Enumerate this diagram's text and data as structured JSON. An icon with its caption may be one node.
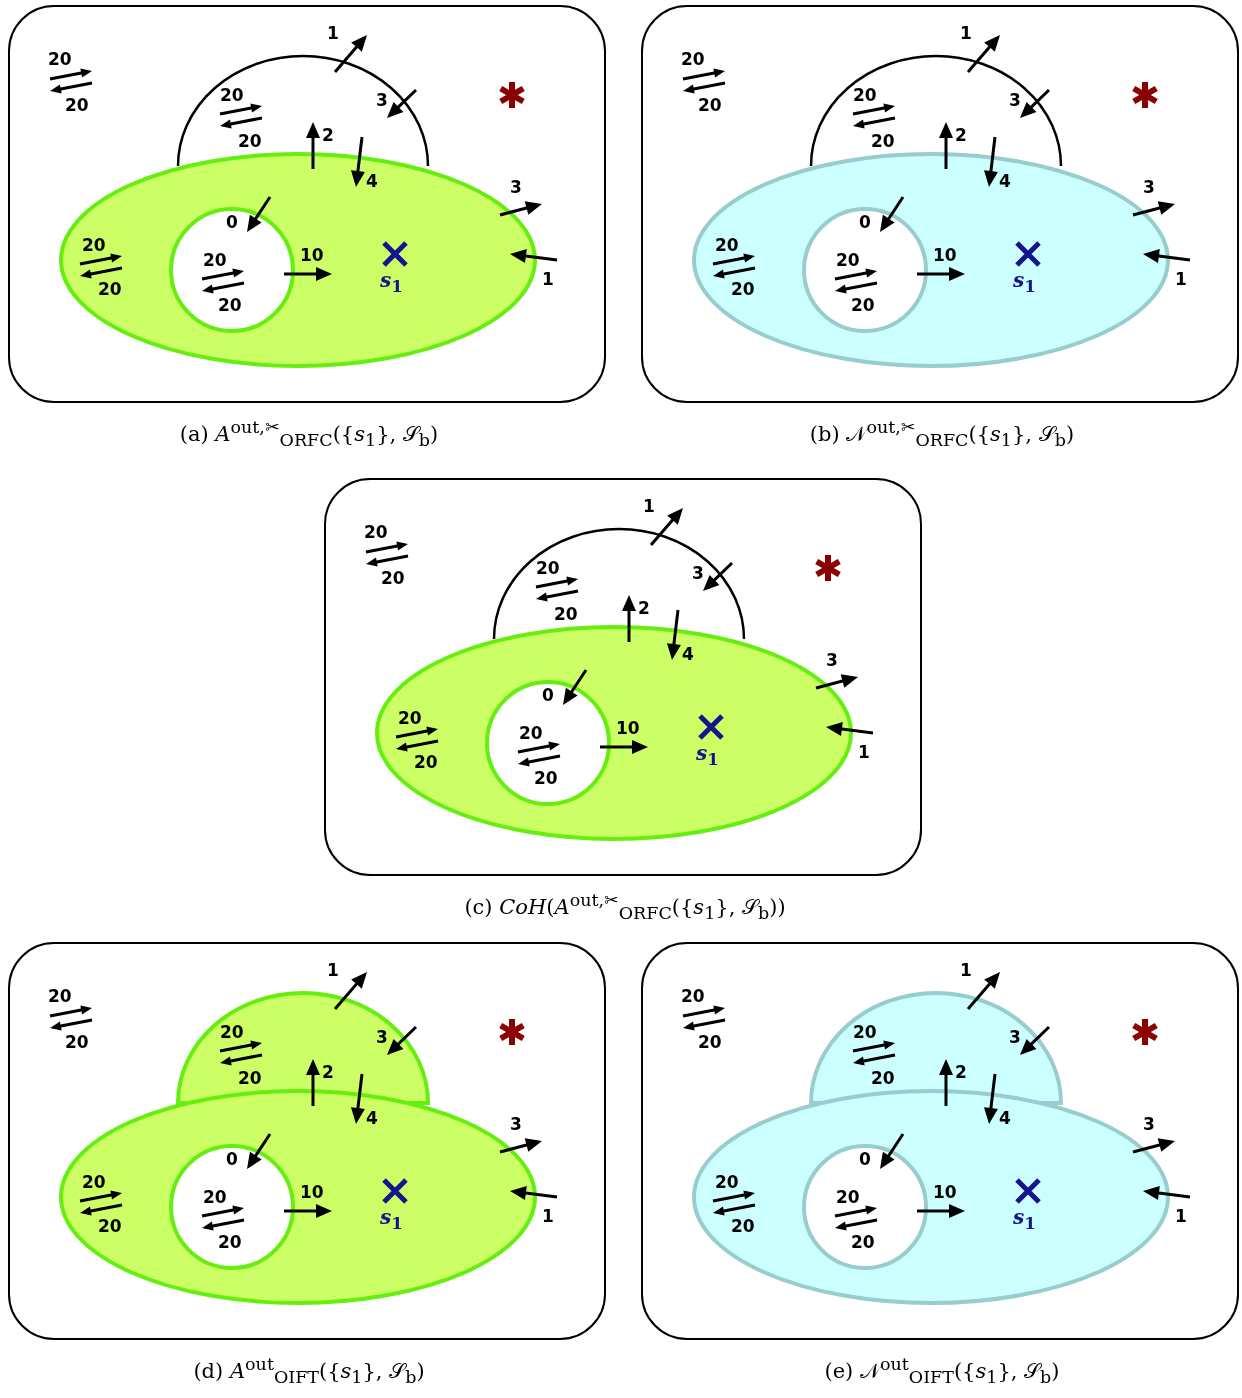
{
  "diagram": {
    "nodes": [
      {
        "text": [
          "20",
          "20"
        ]
      },
      {
        "text": [
          "20",
          "20"
        ],
        "in": 0
      },
      {
        "text": [
          "20",
          "20"
        ],
        "in": 0
      },
      {
        "text": [
          "20",
          "20"
        ],
        "in": 2
      },
      {
        "text": [
          "20",
          "20"
        ]
      },
      {
        "text": [
          "20",
          "20"
        ],
        "in": 4
      },
      {
        "text": [
          "20",
          "20"
        ],
        "in": 4
      },
      {
        "text": [
          "20",
          "20"
        ],
        "in": 6
      },
      {
        "text": [
          "20",
          "20"
        ]
      },
      {
        "text": [
          "20",
          "20"
        ],
        "in": 8
      },
      {
        "text": [
          "20",
          "20"
        ],
        "in": 8
      },
      {
        "text": [
          "20",
          "20"
        ],
        "in": 10
      },
      {
        "text": [
          "20",
          "20"
        ]
      },
      {
        "text": [
          "20",
          "20"
        ],
        "in": 12
      },
      {
        "text": [
          "20",
          "20"
        ],
        "in": 12
      },
      {
        "text": [
          "20",
          "20"
        ],
        "in": 14
      },
      {
        "text": [
          "20",
          "20"
        ]
      },
      {
        "text": [
          "20",
          "20"
        ],
        "in": 16
      },
      {
        "text": [
          "20",
          "20"
        ],
        "in": 16
      },
      {
        "text": [
          "20",
          "20"
        ],
        "in": 18
      }
    ],
    "labels": [
      "1",
      "3",
      "2",
      "4",
      "0",
      "10",
      "3",
      "1",
      "*s*$_{1}$",
      "(a) *A*$^{out,✂}$$_{ORFC}$({*s*$_{1}$}, 𝒮$_{b}$)",
      "1",
      "3",
      "2",
      "4",
      "0",
      "10",
      "3",
      "1",
      "*s*$_{1}$",
      "(b) 𝒩$^{out,✂}$$_{ORFC}$({*s*$_{1}$}, 𝒮$_{b}$)",
      "1",
      "3",
      "2",
      "4",
      "0",
      "10",
      "3",
      "1",
      "*s*$_{1}$",
      "(c) *CoH*(*A*$^{out,✂}$$_{ORFC}$({*s*$_{1}$}, 𝒮$_{b}$))",
      "1",
      "3",
      "2",
      "4",
      "0",
      "10",
      "3",
      "1",
      "*s*$_{1}$",
      "(d) *A*$^{out}$$_{OIFT}$({*s*$_{1}$}, 𝒮$_{b}$)",
      "1",
      "3",
      "2",
      "4",
      "0",
      "10",
      "3",
      "1",
      "*s*$_{1}$",
      "(e) 𝒩$^{out}$$_{OIFT}$({*s*$_{1}$}, 𝒮$_{b}$)"
    ]
  }
}
